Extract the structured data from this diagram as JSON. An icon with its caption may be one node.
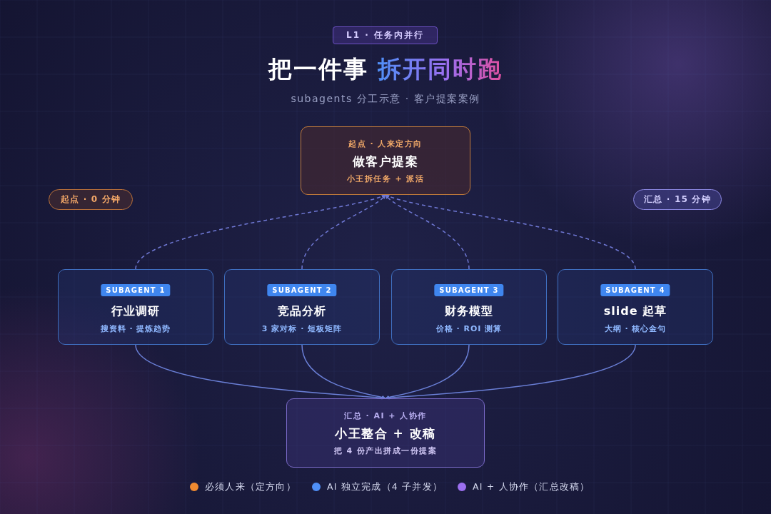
{
  "diagram": {
    "title": "把一件事 拆开同时跑",
    "nodes": [
      {
        "text": [
          "L1 · 任务内并行"
        ]
      },
      {
        "text": [
          "起点 · 人来定方向",
          "做客户提案",
          "小王拆任务 + 派活"
        ]
      },
      {
        "text": [
          "起点 · 0 分钟"
        ]
      },
      {
        "text": [
          "汇总 · 15 分钟"
        ]
      },
      {
        "text": [
          "行业调研",
          "搜资料 · 提炼趋势"
        ]
      },
      {
        "text": [
          "SUBAGENT 1"
        ],
        "in": 4
      },
      {
        "text": [
          "竞品分析",
          "3 家对标 · 短板矩阵"
        ]
      },
      {
        "text": [
          "SUBAGENT 2"
        ],
        "in": 6
      },
      {
        "text": [
          "财务模型",
          "价格 · ROI 测算"
        ]
      },
      {
        "text": [
          "SUBAGENT 3"
        ],
        "in": 8
      },
      {
        "text": [
          "slide 起草",
          "大纲 · 核心金句"
        ]
      },
      {
        "text": [
          "SUBAGENT 4"
        ],
        "in": 10
      },
      {
        "text": [
          "汇总 · AI + 人协作",
          "小王整合 + 改稿",
          "把 4 份产出拼成一份提案"
        ]
      }
    ],
    "edges": [
      {
        "from": 4,
        "to": 1,
        "arrow": "to",
        "style": "dashed"
      },
      {
        "from": 6,
        "to": 1,
        "arrow": "to",
        "style": "dashed"
      },
      {
        "from": 8,
        "to": 1,
        "arrow": "to",
        "style": "dashed"
      },
      {
        "from": 10,
        "to": 1,
        "arrow": "to",
        "style": "dashed"
      },
      {
        "from": 4,
        "to": 12,
        "arrow": "to"
      },
      {
        "from": 6,
        "to": 12,
        "arrow": "to"
      },
      {
        "from": 8,
        "to": 12,
        "arrow": "to"
      },
      {
        "from": 10,
        "to": 12,
        "arrow": "to"
      }
    ],
    "labels": [
      "subagents 分工示意 · 客户提案案例"
    ],
    "legend": [
      {
        "text": "必须人来（定方向）",
        "color": "#f08a30"
      },
      {
        "text": "AI 独立完成（4 子并发）",
        "color": "#4f8ff7"
      },
      {
        "text": "AI + 人协作（汇总改稿）",
        "color": "#9b6ff0"
      }
    ]
  }
}
